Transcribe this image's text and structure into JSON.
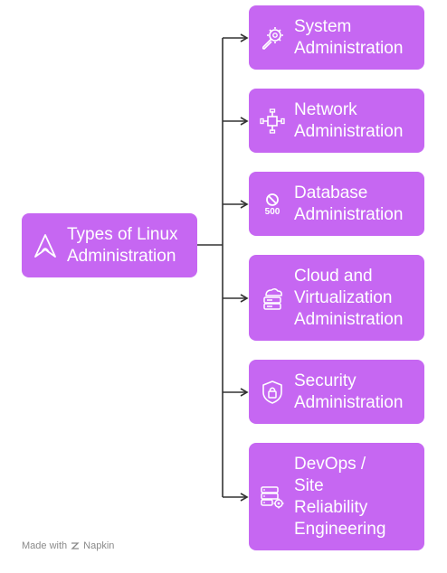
{
  "root": {
    "label_line1": "Types of Linux",
    "label_line2": "Administration",
    "icon": "arch-linux-icon"
  },
  "branches": [
    {
      "lines": [
        "System",
        "Administration"
      ],
      "icon": "gear-wrench-icon"
    },
    {
      "lines": [
        "Network",
        "Administration"
      ],
      "icon": "network-hub-icon"
    },
    {
      "lines": [
        "Database",
        "Administration"
      ],
      "icon": "server-error-500-icon",
      "icon_text": "500"
    },
    {
      "lines": [
        "Cloud and",
        "Virtualization",
        "Administration"
      ],
      "icon": "cloud-server-icon"
    },
    {
      "lines": [
        "Security",
        "Administration"
      ],
      "icon": "shield-lock-icon"
    },
    {
      "lines": [
        "DevOps /",
        "Site",
        "Reliability",
        "Engineering"
      ],
      "icon": "server-gear-icon"
    }
  ],
  "watermark": {
    "prefix": "Made with",
    "brand": "Napkin",
    "icon": "napkin-logo-icon"
  },
  "colors": {
    "node_fill": "#c667f2",
    "node_text": "#ffffff",
    "connector": "#333333"
  }
}
